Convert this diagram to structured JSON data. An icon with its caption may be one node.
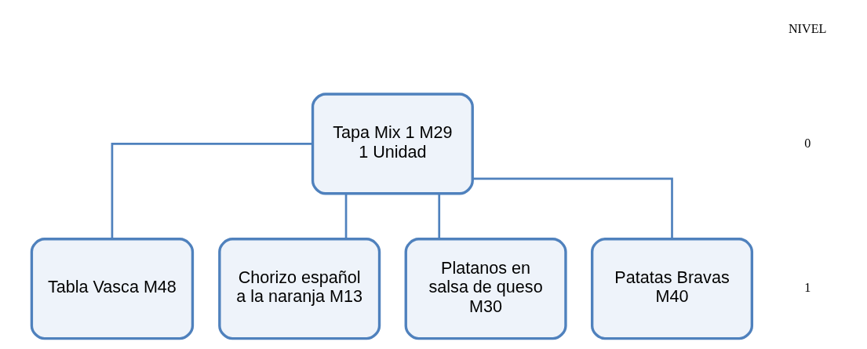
{
  "diagram": {
    "nodes": [
      {
        "text": [
          "Tapa Mix 1 M29",
          "1 Unidad"
        ]
      },
      {
        "text": [
          "Tabla Vasca M48"
        ]
      },
      {
        "text": [
          "Chorizo español a la naranja M13"
        ]
      },
      {
        "text": [
          "Platanos en salsa de queso",
          "M30"
        ]
      },
      {
        "text": [
          "Patatas Bravas M40"
        ]
      }
    ],
    "edges": [
      {
        "from": 0,
        "to": 1,
        "arrow": "none"
      },
      {
        "from": 0,
        "to": 2,
        "arrow": "none"
      },
      {
        "from": 0,
        "to": 3,
        "arrow": "none"
      },
      {
        "from": 0,
        "to": 4,
        "arrow": "none"
      }
    ],
    "labels": [
      "NIVEL",
      "0",
      "1"
    ]
  }
}
